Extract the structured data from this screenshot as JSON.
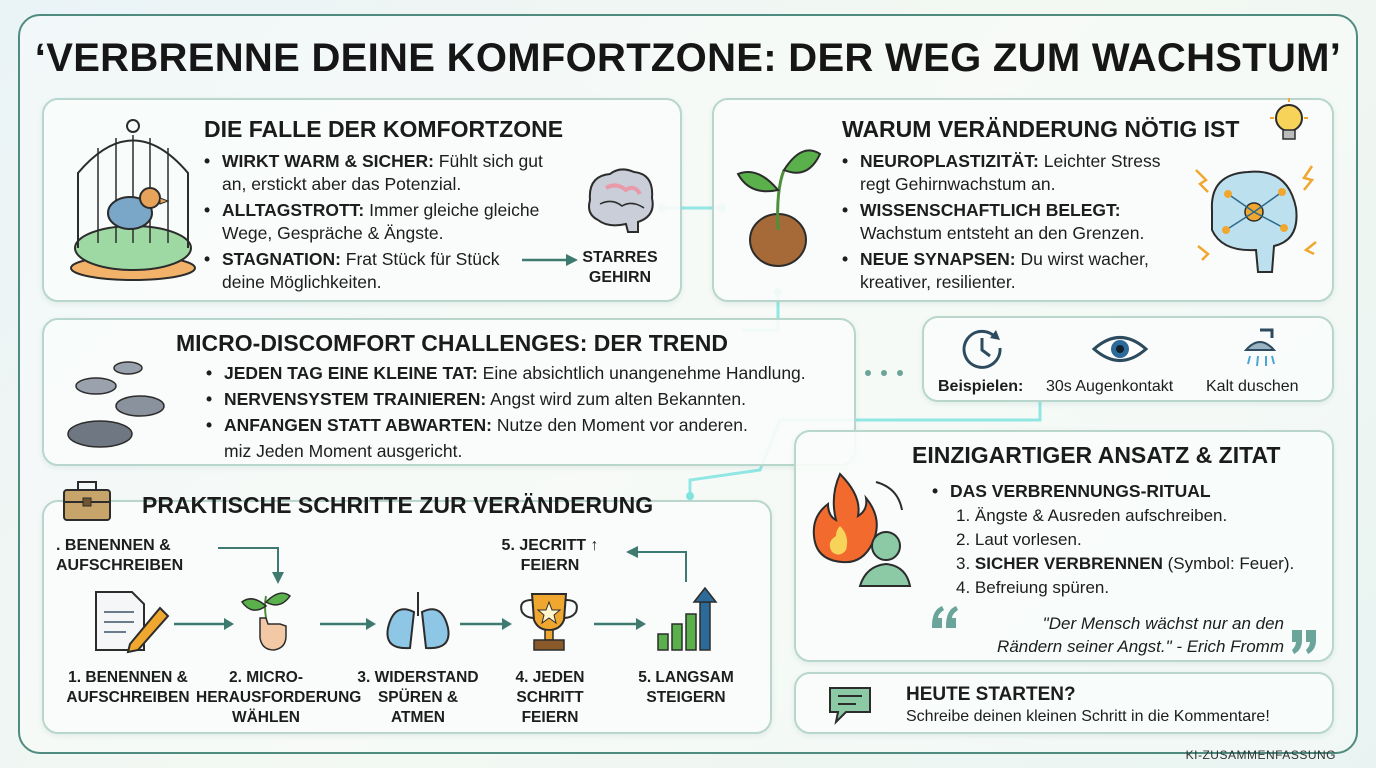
{
  "title": "‘VERBRENNE DEINE KOMFORTZONE: DER WEG ZUM WACHSTUM’",
  "trap": {
    "title": "DIE FALLE DER KOMFORTZONE",
    "items": [
      {
        "head": "WIRKT WARM & SICHER:",
        "text": " Fühlt sich gut an, erstickt aber das Potenzial."
      },
      {
        "head": "ALLTAGSTROTT:",
        "text": " Immer gleiche gleiche Wege, Gespräche & Ängste."
      },
      {
        "head": "STAGNATION:",
        "text": " Frat Stück für Stück deine Möglichkeiten."
      }
    ],
    "brain_label_1": "STARRES",
    "brain_label_2": "GEHIRN"
  },
  "why": {
    "title": "WARUM VERÄNDERUNG NÖTIG IST",
    "items": [
      {
        "head": "NEUROPLASTIZITÄT:",
        "text": " Leichter Stress regt Gehirnwachstum an."
      },
      {
        "head": "WISSENSCHAFTLICH BELEGT:",
        "text": " Wachstum entsteht an den Grenzen."
      },
      {
        "head": "NEUE SYNAPSEN:",
        "text": " Du wirst wacher, kreativer, resilienter."
      }
    ]
  },
  "micro": {
    "title": "MICRO-DISCOMFORT CHALLENGES: DER TREND",
    "items": [
      {
        "head": "JEDEN TAG EINE KLEINE TAT:",
        "text": " Eine absichtlich unangenehme Handlung."
      },
      {
        "head": "NERVENSYSTEM TRAINIEREN:",
        "text": " Angst wird zum alten Bekannten."
      },
      {
        "head": "ANFANGEN STATT ABWARTEN:",
        "text": " Nutze den Moment vor anderen."
      }
    ],
    "extra_line": "miz Jeden Moment ausgericht."
  },
  "examples": {
    "label": "Beispielen:",
    "items": [
      "30s Augenkontakt",
      "Kalt duschen"
    ]
  },
  "steps": {
    "title": "PRAKTISCHE SCHRITTE ZUR VERÄNDERUNG",
    "top_left_1": ". BENENNEN &",
    "top_left_2": "AUFSCHREIBEN",
    "top_right_1": "5. JECRITT ↑",
    "top_right_2": "FEIERN",
    "items": [
      {
        "l1": "1. BENENNEN &",
        "l2": "AUFSCHREIBEN",
        "l3": ""
      },
      {
        "l1": "2. MICRO-",
        "l2": "HERAUSFORDERUNG",
        "l3": "WÄHLEN"
      },
      {
        "l1": "3. WIDERSTAND",
        "l2": "SPÜREN &",
        "l3": "ATMEN"
      },
      {
        "l1": "4. JEDEN",
        "l2": "SCHRITT",
        "l3": "FEIERN"
      },
      {
        "l1": "5. LANGSAM",
        "l2": "STEIGERN",
        "l3": ""
      }
    ]
  },
  "unique": {
    "title": "EINZIGARTIGER ANSATZ & ZITAT",
    "ritual_head": "DAS VERBRENNUNGS-RITUAL",
    "steps": [
      {
        "text": "1. Ängste & Ausreden aufschreiben.",
        "bold": "",
        "rest": ""
      },
      {
        "text": "2. Laut vorlesen.",
        "bold": "",
        "rest": ""
      },
      {
        "text": "3. ",
        "bold": "SICHER VERBRENNEN",
        "rest": " (Symbol: Feuer)."
      },
      {
        "text": "4. Befreiung spüren.",
        "bold": "",
        "rest": ""
      }
    ],
    "quote_1": "\"Der Mensch wächst nur an den",
    "quote_2": "Rändern seiner Angst.\" - Erich Fromm"
  },
  "cta": {
    "title": "HEUTE STARTEN?",
    "text": "Schreibe deinen kleinen Schritt in die Kommentare!"
  },
  "footer": "KI-ZUSAMMENFASSUNG",
  "colors": {
    "accent": "#4f8b7e",
    "border": "#b8d6cc",
    "arrow": "#3f7a70",
    "glow": "#7fe3e0"
  }
}
